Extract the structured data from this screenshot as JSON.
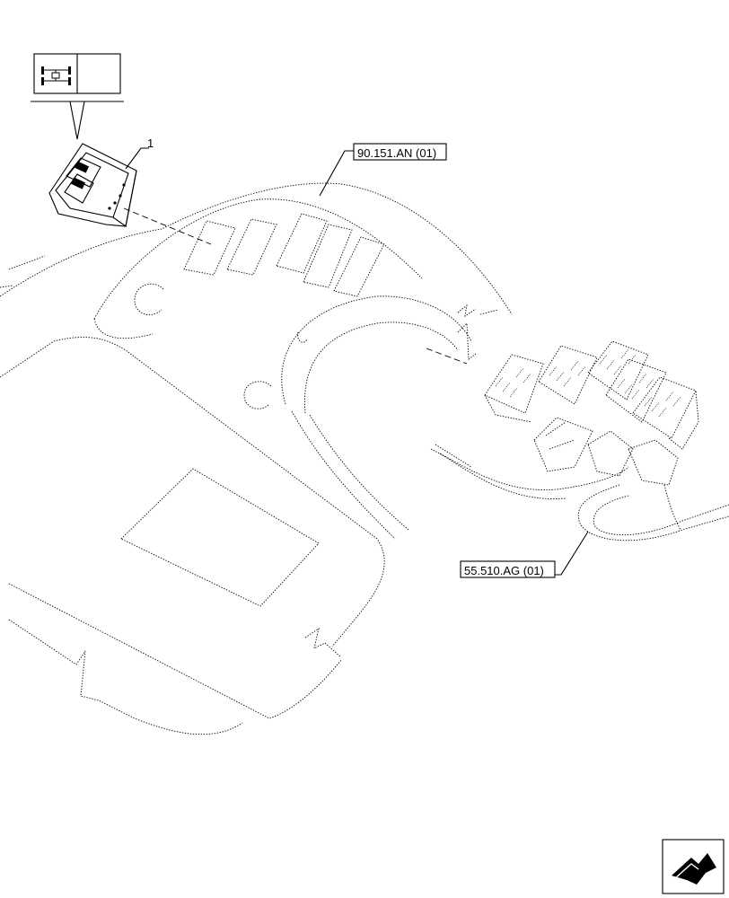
{
  "symbol_box": {
    "icon": "four-wheel-drive-axle-icon"
  },
  "callouts": {
    "item_number": "1",
    "ref_top": "90.151.AN (01)",
    "ref_bottom": "55.510.AG (01)"
  },
  "nav_icon": "continue-arrow-icon"
}
